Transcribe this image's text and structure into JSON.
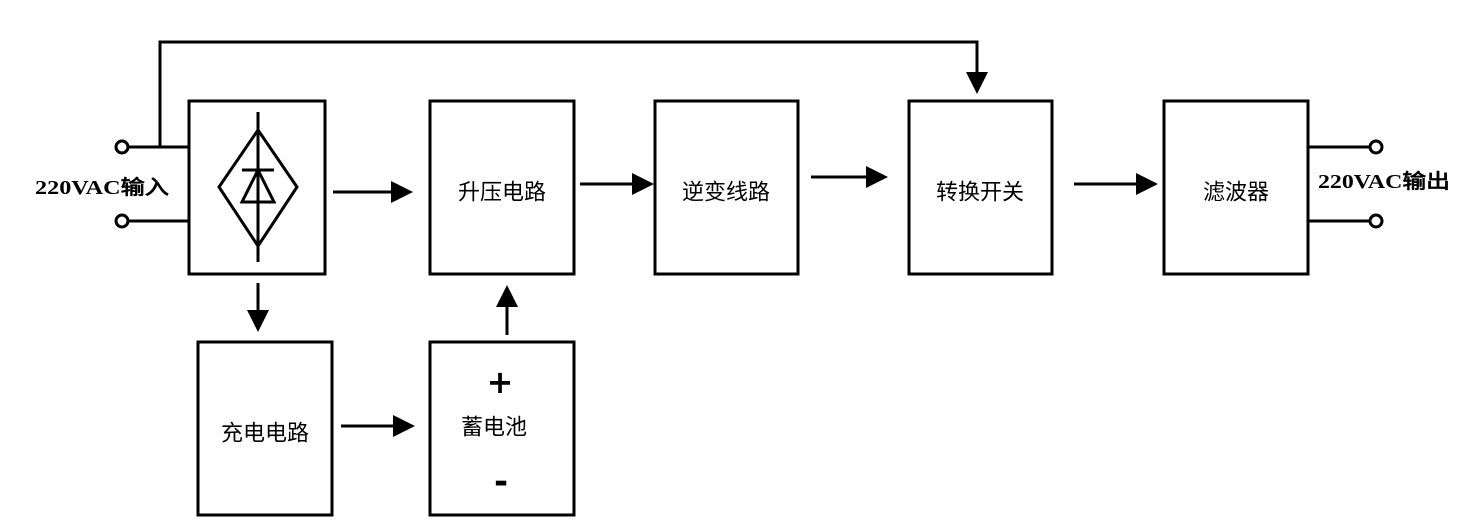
{
  "labels": {
    "input": "220VAC输入",
    "output": "220VAC输出"
  },
  "blocks": {
    "boost": "升压电路",
    "inverter": "逆变线路",
    "switch": "转换开关",
    "filter": "滤波器",
    "charger": "充电电路",
    "battery": "蓄电池"
  },
  "battery_terminals": {
    "positive": "+",
    "negative": "-"
  },
  "colors": {
    "ink": "#000000",
    "background": "#ffffff"
  }
}
